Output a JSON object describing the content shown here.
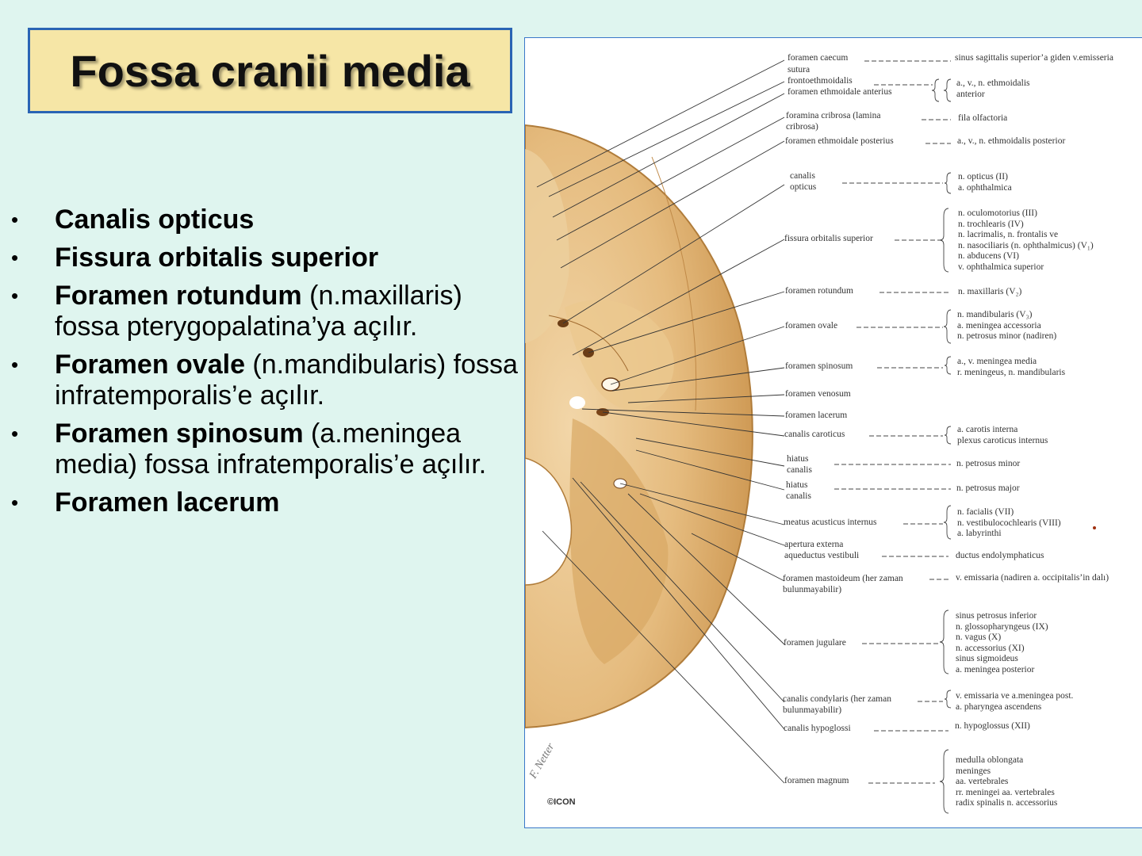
{
  "title": "Fossa cranii media",
  "bullets": [
    {
      "bold": "Canalis opticus",
      "normal": ""
    },
    {
      "bold": "Fissura orbitalis superior",
      "normal": ""
    },
    {
      "bold": "Foramen rotundum",
      "normal": " (n.maxillaris) fossa pterygopalatina’ya açılır."
    },
    {
      "bold": "Foramen ovale",
      "normal": " (n.mandibularis) fossa infratemporalis’e açılır."
    },
    {
      "bold": "Foramen spinosum",
      "normal": " (a.meningea media) fossa infratemporalis’e açılır."
    },
    {
      "bold": "Foramen lacerum",
      "normal": ""
    }
  ],
  "bullet_symbol": "•",
  "figure": {
    "left_labels": {
      "foramen_caecum": "foramen caecum",
      "sutura": "sutura\nfrontoethmoidalis",
      "foramen_ethmoidale_anterius": "foramen ethmoidale anterius",
      "foramina_cribrosa": "foramina cribrosa (lamina\ncribrosa)",
      "foramen_ethmoidale_posterius": "foramen ethmoidale posterius",
      "canalis_opticus": "canalis\nopticus",
      "fissura_orbitalis_superior": "fissura orbitalis superior",
      "foramen_rotundum": "foramen rotundum",
      "foramen_ovale": "foramen ovale",
      "foramen_spinosum": "foramen spinosum",
      "foramen_venosum": "foramen venosum",
      "foramen_lacerum": "foramen lacerum",
      "canalis_caroticus": "canalis caroticus",
      "hiatus_canalis_1": "hiatus\ncanalis",
      "hiatus_canalis_2": "hiatus\ncanalis",
      "meatus_acusticus_internus": "meatus acusticus internus",
      "apertura_externa": "apertura externa\naqueductus vestibuli",
      "foramen_mastoideum": "foramen mastoideum (her zaman\nbulunmayabilir)",
      "foramen_jugulare": "foramen jugulare",
      "canalis_condylaris": "canalis condylaris (her zaman\nbulunmayabilir)",
      "canalis_hypoglossi": "canalis hypoglossi",
      "foramen_magnum": "foramen magnum"
    },
    "right_labels": {
      "sinus_sagittalis": "sinus sagittalis superior’a giden v.emisseria",
      "ethmoidalis_anterior": "a., v., n. ethmoidalis\nanterior",
      "fila_olfactoria": "fila olfactoria",
      "ethmoidalis_posterior": "a., v., n. ethmoidalis posterior",
      "opticus_contents": "n. opticus (II)\na. ophthalmica",
      "fissura_contents": "n. oculomotorius (III)\nn. trochlearis (IV)\nn. lacrimalis, n. frontalis ve\nn. nasociliaris (n. ophthalmicus)  (V₁)\nn. abducens (VI)\nv. ophthalmica  superior",
      "rotundum_contents": "n. maxillaris (V₂)",
      "ovale_contents": "n. mandibularis (V₃)\na. meningea accessoria\nn. petrosus minor (nadiren)",
      "spinosum_contents": "a., v. meningea media\nr. meningeus, n. mandibularis",
      "caroticus_contents": "a. carotis interna\nplexus caroticus internus",
      "petrosus_minor": "n. petrosus minor",
      "petrosus_major": "n. petrosus major",
      "meatus_contents": "n. facialis (VII)\nn. vestibulocochlearis (VIII)\na. labyrinthi",
      "ductus": "ductus endolymphaticus",
      "mastoideum_contents": "v. emissaria (nadiren a. occipitalis’in dalı)",
      "jugulare_contents": "sinus petrosus inferior\nn. glossopharyngeus (IX)\nn. vagus  (X)\nn. accessorius (XI)\nsinus sigmoideus\na. meningea posterior",
      "condylaris_contents": "v. emissaria ve a.meningea post.\na. pharyngea ascendens",
      "hypoglossi_contents": "n. hypoglossus (XII)",
      "magnum_contents": "medulla oblongata\nmeninges\naa. vertebrales\nrr. meningei aa. vertebrales\nradix spinalis n. accessorius"
    },
    "signature": "F. Netter",
    "copyright": "©ICON"
  },
  "colors": {
    "background": "#dff5ef",
    "title_fill": "#f6e6a6",
    "title_border": "#2a64b4",
    "bone": "#e3b878",
    "figure_border": "#3a78c9"
  }
}
